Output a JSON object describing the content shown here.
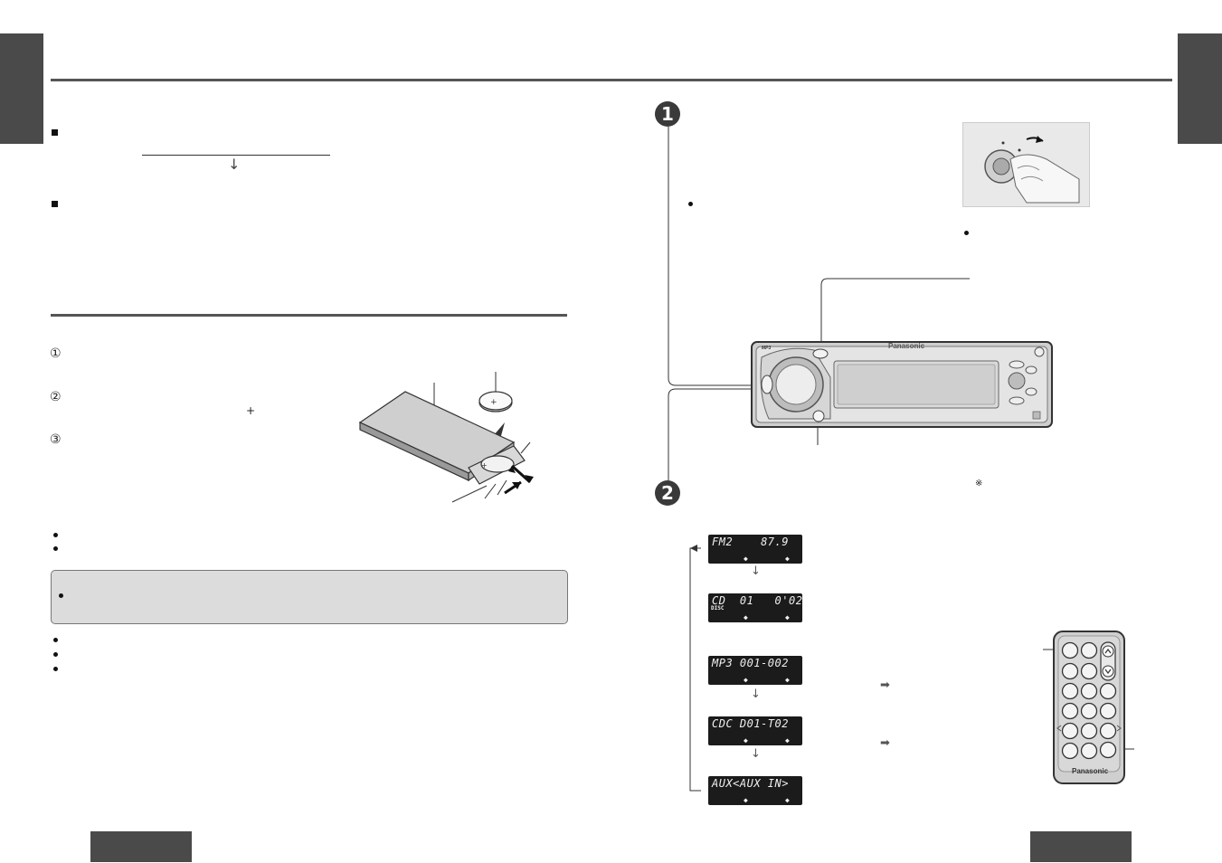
{
  "colors": {
    "tab": "#4a4a4a",
    "rule": "#555555",
    "note_bg": "#dcdcdc",
    "lcd_bg": "#1b1b1b",
    "badge": "#3a3a3a"
  },
  "left_page": {
    "arrow_down": "↓",
    "steps": [
      "①",
      "②",
      "③"
    ],
    "plus_sign": "+"
  },
  "right_page": {
    "step_badges": [
      "1",
      "2"
    ],
    "note_mark": "※",
    "displays": [
      {
        "main": "FM2    87.9",
        "sub": ""
      },
      {
        "main": "CD  01   0'02",
        "sub": "DISC"
      },
      {
        "main": "MP3 001-002",
        "sub": ""
      },
      {
        "main": "CDC D01-T02",
        "sub": ""
      },
      {
        "main": "AUX<AUX IN>",
        "sub": ""
      }
    ],
    "display_arrows": "◆",
    "flow_arrow": "↓",
    "right_arrow": "➡",
    "head_unit": {
      "brand": "Panasonic",
      "badge": "MP3"
    },
    "remote": {
      "brand": "Panasonic"
    }
  }
}
